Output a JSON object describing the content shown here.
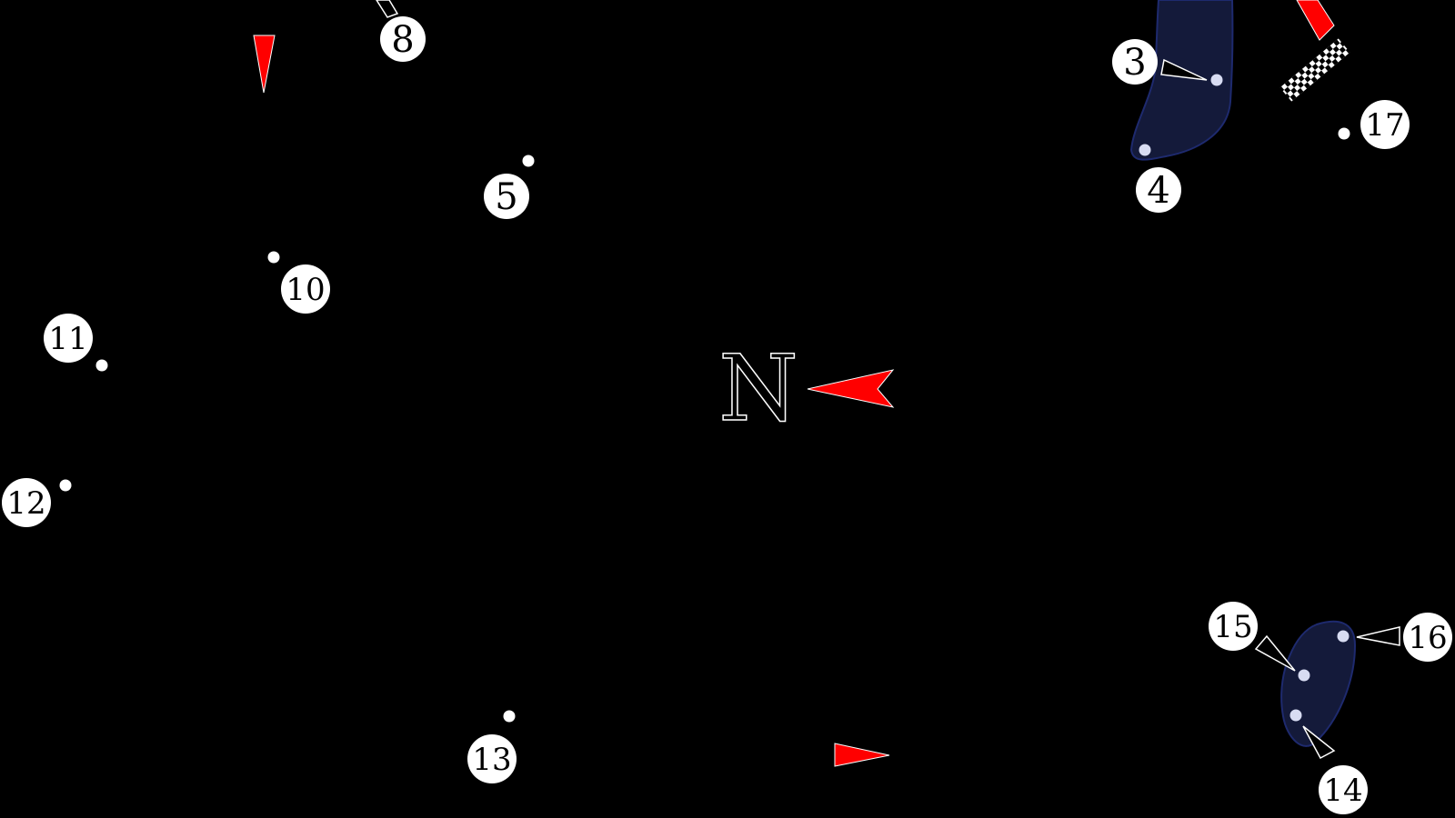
{
  "map": {
    "background": "#000000",
    "compass_letter": "N",
    "colors": {
      "marker_fill": "#ffffff",
      "label_text": "#000000",
      "direction_arrow": "#ff0000",
      "zone_fill": "#141a3a",
      "zone_stroke": "#1e2a6e",
      "zone_dot": "#d8dcf2"
    },
    "turn_labels": [
      "3",
      "4",
      "5",
      "8",
      "10",
      "11",
      "12",
      "13",
      "14",
      "15",
      "16",
      "17"
    ],
    "icons": [
      "direction-arrow-icon",
      "chequered-flag-icon",
      "compass-arrow-icon"
    ]
  }
}
